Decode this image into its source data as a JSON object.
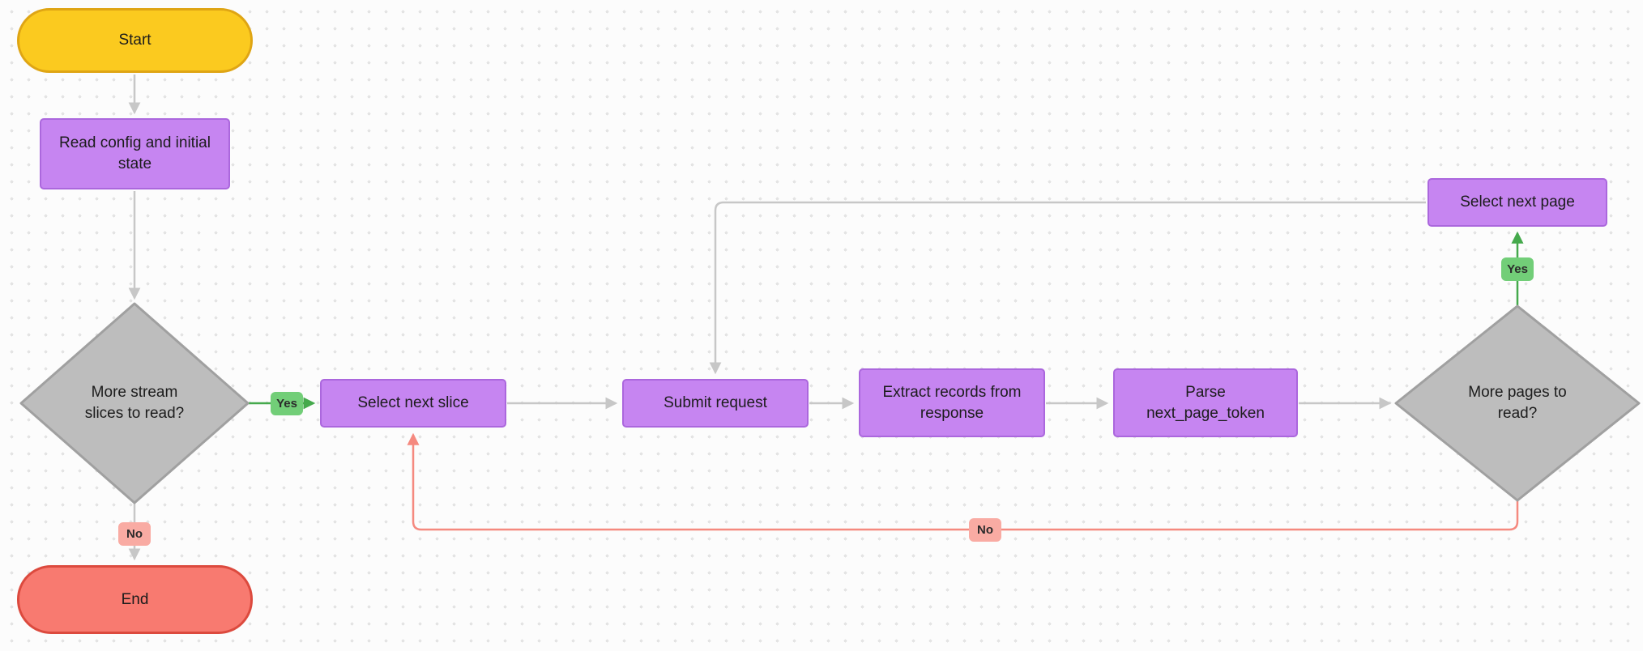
{
  "nodes": {
    "start": {
      "label": "Start"
    },
    "read_config": {
      "label": "Read config and initial\nstate"
    },
    "more_slices": {
      "label": "More stream\nslices to read?"
    },
    "select_next_slice": {
      "label": "Select next slice"
    },
    "submit_request": {
      "label": "Submit request"
    },
    "extract_records": {
      "label": "Extract records from\nresponse"
    },
    "parse_next_page_token": {
      "label": "Parse\nnext_page_token"
    },
    "more_pages": {
      "label": "More pages to\nread?"
    },
    "select_next_page": {
      "label": "Select next page"
    },
    "end": {
      "label": "End"
    }
  },
  "edge_labels": {
    "yes_slice": "Yes",
    "no_end": "No",
    "yes_page": "Yes",
    "no_page": "No"
  },
  "colors": {
    "node_yellow": "#FBCA1F",
    "node_yellow_border": "#DFA514",
    "node_purple": "#C685F1",
    "node_purple_border": "#AB67DD",
    "node_gray": "#BDBDBD",
    "node_gray_border": "#A0A0A0",
    "node_red": "#F87A70",
    "node_red_border": "#DC4A3E",
    "badge_green": "#72CE78",
    "badge_pink": "#F9ABA3",
    "edge_gray": "#C7C7C7",
    "edge_green": "#45A94C",
    "edge_red": "#F5897F",
    "canvas_bg": "#FCFCFC",
    "canvas_dots": "#E4E4E4"
  }
}
